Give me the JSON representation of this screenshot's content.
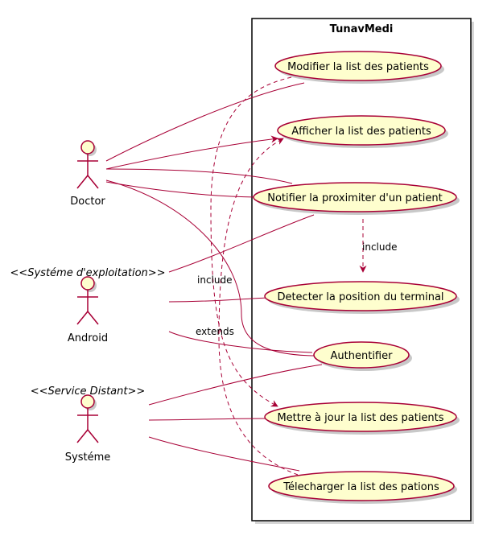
{
  "system": {
    "title": "TunavMedi"
  },
  "actors": {
    "doctor": {
      "name": "Doctor"
    },
    "android": {
      "name": "Android",
      "stereotype": "<<Systéme d'exploitation>>"
    },
    "systeme": {
      "name": "Systéme",
      "stereotype": "<<Service Distant>>"
    }
  },
  "use_cases": {
    "modifier": "Modifier la list des patients",
    "afficher": "Afficher la list des patients",
    "notifier": "Notifier la proximiter d'un patient",
    "detecter": "Detecter la position du terminal",
    "authentifier": "Authentifier",
    "mettre_a_jour": "Mettre à jour la list des patients",
    "telecharger": "Télecharger la list des pations"
  },
  "edge_labels": {
    "include_notifier_detecter": "include",
    "include_telecharger_afficher": "include",
    "extends_modifier_mettre": "extends"
  },
  "colors": {
    "accent": "#A80036",
    "fill": "#FEFECE"
  }
}
